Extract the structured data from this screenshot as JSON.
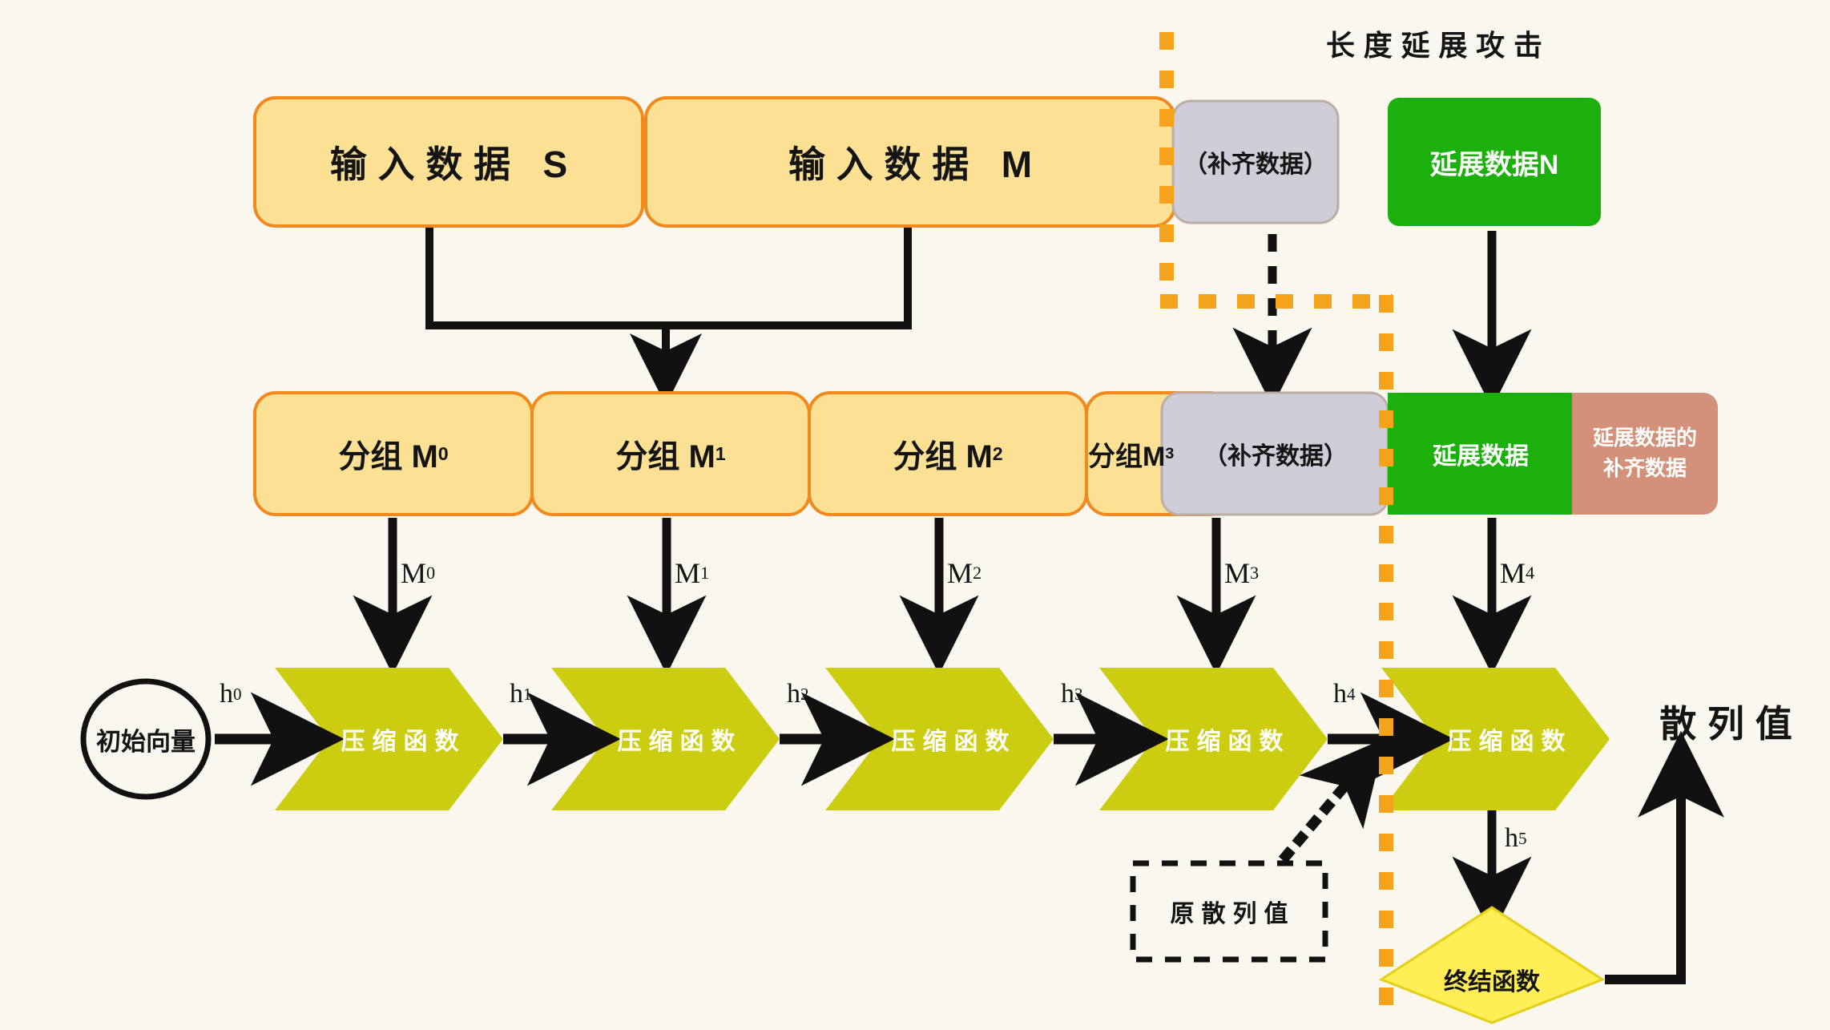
{
  "diagram": {
    "title": "长度延展攻击",
    "background_color": "#FAF7EE",
    "palette": {
      "block_yellow_fill": "#FCE093",
      "block_yellow_stroke": "#F08A1E",
      "padding_gray_fill": "#CECDD8",
      "padding_gray_stroke": "#B8A9A0",
      "extension_green": "#1CB00C",
      "extension_pad_tan": "#D4917A",
      "compression_olive": "#CCCC11",
      "final_diamond_fill": "#FFEE55",
      "final_diamond_stroke": "#D9C300",
      "attack_boundary_orange": "#F5A31A",
      "line_black": "#111111"
    }
  },
  "row_input": {
    "blocks": [
      {
        "label": "输入数据 S",
        "kind": "data"
      },
      {
        "label": "输入数据 M",
        "kind": "data"
      },
      {
        "label": "（补齐数据）",
        "kind": "padding"
      },
      {
        "label": "延展数据N",
        "kind": "extension"
      }
    ]
  },
  "row_blocks": {
    "blocks": [
      {
        "label": "分组 M",
        "sub": "0",
        "kind": "group"
      },
      {
        "label": "分组 M",
        "sub": "1",
        "kind": "group"
      },
      {
        "label": "分组 M",
        "sub": "2",
        "kind": "group"
      },
      {
        "label": "分组M",
        "sub": "3",
        "kind": "group"
      },
      {
        "label": "（补齐数据）",
        "kind": "padding"
      },
      {
        "label": "延展数据",
        "kind": "extension"
      },
      {
        "label": "延展数据的\n补齐数据",
        "kind": "extension-pad"
      }
    ]
  },
  "row_compression": {
    "initial_vector": "初始向量",
    "stage_label": "压缩函数",
    "stages": [
      {
        "chain_in": "h",
        "chain_in_sub": "0",
        "msg": "M",
        "msg_sub": "0"
      },
      {
        "chain_in": "h",
        "chain_in_sub": "1",
        "msg": "M",
        "msg_sub": "1"
      },
      {
        "chain_in": "h",
        "chain_in_sub": "2",
        "msg": "M",
        "msg_sub": "2"
      },
      {
        "chain_in": "h",
        "chain_in_sub": "3",
        "msg": "M",
        "msg_sub": "3"
      },
      {
        "chain_in": "h",
        "chain_in_sub": "4",
        "msg": "M",
        "msg_sub": "4"
      }
    ],
    "chain_out": {
      "text": "h",
      "sub": "5"
    }
  },
  "annotations": {
    "original_hash_box": "原散列值",
    "final_function": "终结函数",
    "hash_output": "散列值"
  }
}
